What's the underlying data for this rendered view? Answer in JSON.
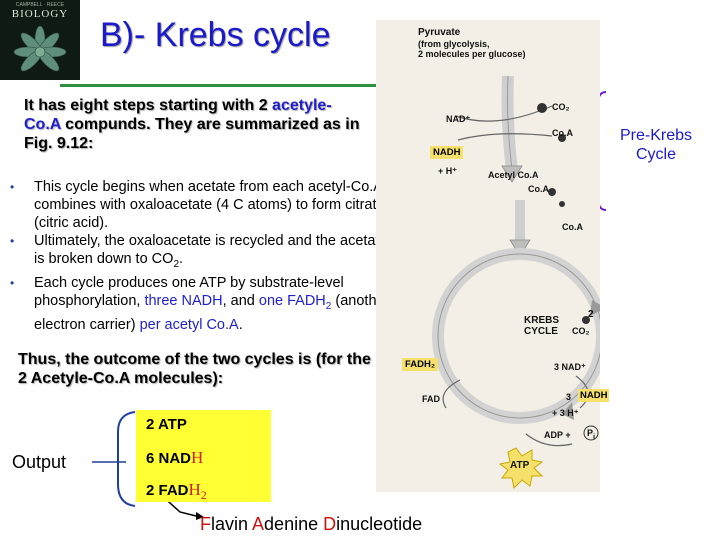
{
  "book_cover": {
    "title": "BIOLOGY",
    "subtitle": "CAMPBELL · REECE"
  },
  "slide": {
    "title": "B)- Krebs cycle",
    "intro": {
      "part1": "It has eight steps starting with 2 ",
      "part2": "acetyle-",
      "part3": "Co.A",
      "part4": " compunds. They are summarized as in Fig. 9.12:"
    },
    "bullets": [
      {
        "text": "This cycle begins when acetate from each acetyl-Co.A combines with oxaloacetate (4 C atoms) to form citrate (citric acid)."
      },
      {
        "text_before": "Ultimately, the oxaloacetate is recycled and the acetate is broken down to CO",
        "sub": "2",
        "text_after": "."
      },
      {
        "text_before": "Each cycle produces one ATP by substrate-level phosphorylation, ",
        "blue1": "three NADH",
        "mid": ", and ",
        "blue2": "one FADH",
        "sub": "2",
        "text_mid2": " (another electron carrier) ",
        "blue3": "per acetyl Co.A",
        "text_after": "."
      }
    ],
    "outcome": "Thus, the outcome of the two cycles is (for the 2 Acetyle-Co.A molecules):",
    "output": {
      "label": "Output",
      "atp": "2 ATP",
      "nadh_prefix": "6 NAD",
      "nadh_h": "H",
      "fadh_prefix": "2 FAD",
      "fadh_h": "H",
      "fadh_sub": "2"
    },
    "fad_full": {
      "F": "F",
      "lavin": "lavin ",
      "A": "A",
      "denine": "denine ",
      "D": "D",
      "inucleotide": "inucleotide"
    },
    "pre_krebs": "Pre-Krebs Cycle"
  },
  "diagram": {
    "pyruvate": "Pyruvate",
    "pyruvate_note1": "(from glycolysis,",
    "pyruvate_note2": "2 molecules per glucose)",
    "nad_plus": "NAD⁺",
    "co2_top": "CO₂",
    "coa_top": "Co.A",
    "nadh_top": "NADH",
    "h_plus": "+ H⁺",
    "acetyl_coa1": "Acetyl Co.A",
    "acetyl_coa2": "Co.A",
    "coa_mid": "Co.A",
    "krebs1": "KREBS",
    "krebs2": "CYCLE",
    "two": "2",
    "co2_right": "CO₂",
    "fadh2": "FADH₂",
    "fad": "FAD",
    "three_nad": "3 NAD⁺",
    "three": "3",
    "nadh_right": "NADH",
    "three_h": "+ 3 H⁺",
    "adp": "ADP +",
    "pi": "P",
    "pi_sub": "i",
    "atp": "ATP"
  },
  "colors": {
    "title": "#1a1acc",
    "highlight": "#f4e06a",
    "output_box": "#ffff33",
    "rule": "#2f8f3f",
    "accent_red": "#cc1111"
  }
}
